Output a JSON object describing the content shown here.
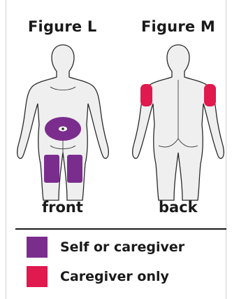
{
  "figures": [
    {
      "title": "Figure L",
      "view": "front"
    },
    {
      "title": "Figure M",
      "view": "back"
    }
  ],
  "legend": [
    {
      "label": "Self or caregiver",
      "color": "#7b2d8e"
    },
    {
      "label": "Caregiver only",
      "color": "#e0194f"
    }
  ],
  "colors": {
    "body_fill": "#efefef",
    "body_stroke": "#2a2a2a",
    "self_or_caregiver": "#7b2d8e",
    "caregiver_only": "#e0194f"
  }
}
